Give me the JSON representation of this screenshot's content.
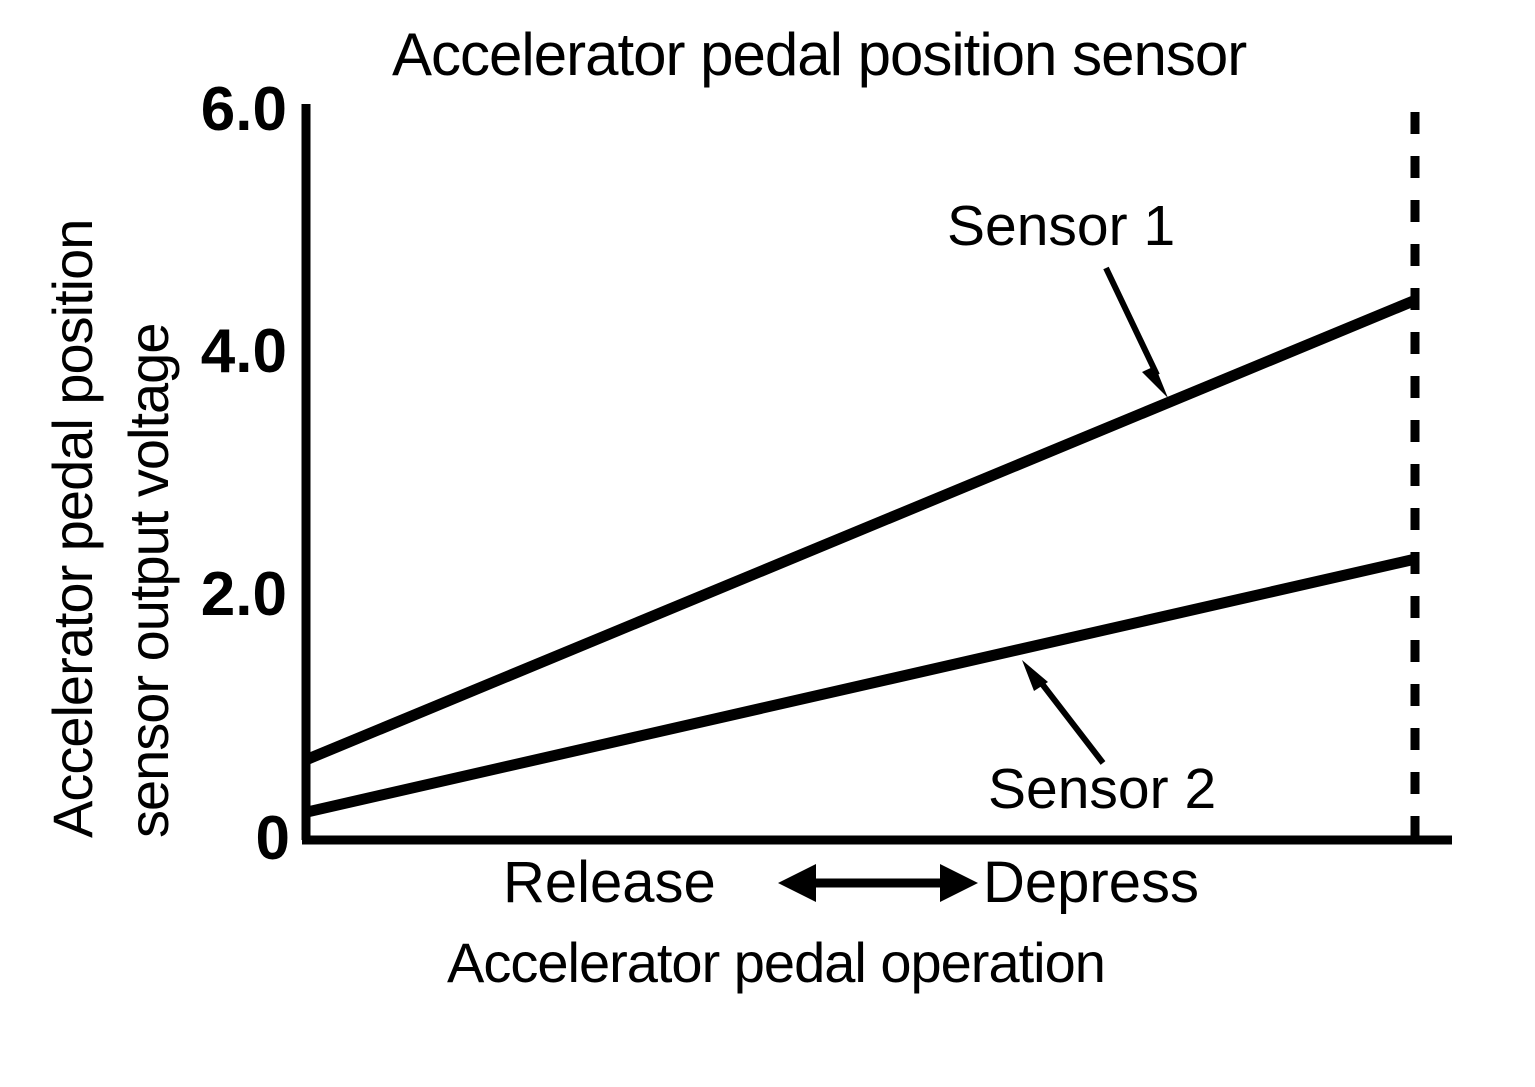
{
  "figure": {
    "title": "Accelerator pedal position sensor",
    "background_color": "#ffffff",
    "ink_color": "#000000"
  },
  "axes": {
    "y_title_line1": "Accelerator pedal position",
    "y_title_line2": "sensor output voltage",
    "x_title": "Accelerator pedal operation",
    "x_direction_left": "Release",
    "x_direction_right": "Depress",
    "y_ticks": [
      "6.0",
      "4.0",
      "2.0",
      "0"
    ]
  },
  "annotations": {
    "sensor1_label": "Sensor 1",
    "sensor2_label": "Sensor 2"
  },
  "chart_data": {
    "type": "line",
    "title": "Accelerator pedal position sensor",
    "xlabel": "Accelerator pedal operation",
    "ylabel": "Accelerator pedal position sensor output voltage",
    "xlim": [
      0,
      100
    ],
    "ylim": [
      0,
      6.0
    ],
    "yticks": [
      0,
      2.0,
      4.0,
      6.0
    ],
    "ytick_labels": [
      "0",
      "2.0",
      "4.0",
      "6.0"
    ],
    "xticks": [],
    "xtick_labels": [],
    "grid": false,
    "legend": "inline-annotations",
    "x_axis_direction_note": "Release (left) to Depress (right)",
    "series": [
      {
        "name": "Sensor 1",
        "x": [
          0,
          100
        ],
        "values": [
          0.66,
          4.4
        ],
        "style": "solid",
        "color": "#000000"
      },
      {
        "name": "Sensor 2",
        "x": [
          0,
          100
        ],
        "values": [
          0.23,
          2.29
        ],
        "style": "solid",
        "color": "#000000"
      }
    ],
    "reference_lines": [
      {
        "name": "full-depress-limit",
        "orientation": "vertical",
        "x": 100,
        "style": "dashed",
        "color": "#000000"
      }
    ],
    "annotations": [
      {
        "text": "Sensor 1",
        "points_to_series": "Sensor 1",
        "at_x": 76
      },
      {
        "text": "Sensor 2",
        "points_to_series": "Sensor 2",
        "at_x": 65
      }
    ]
  }
}
